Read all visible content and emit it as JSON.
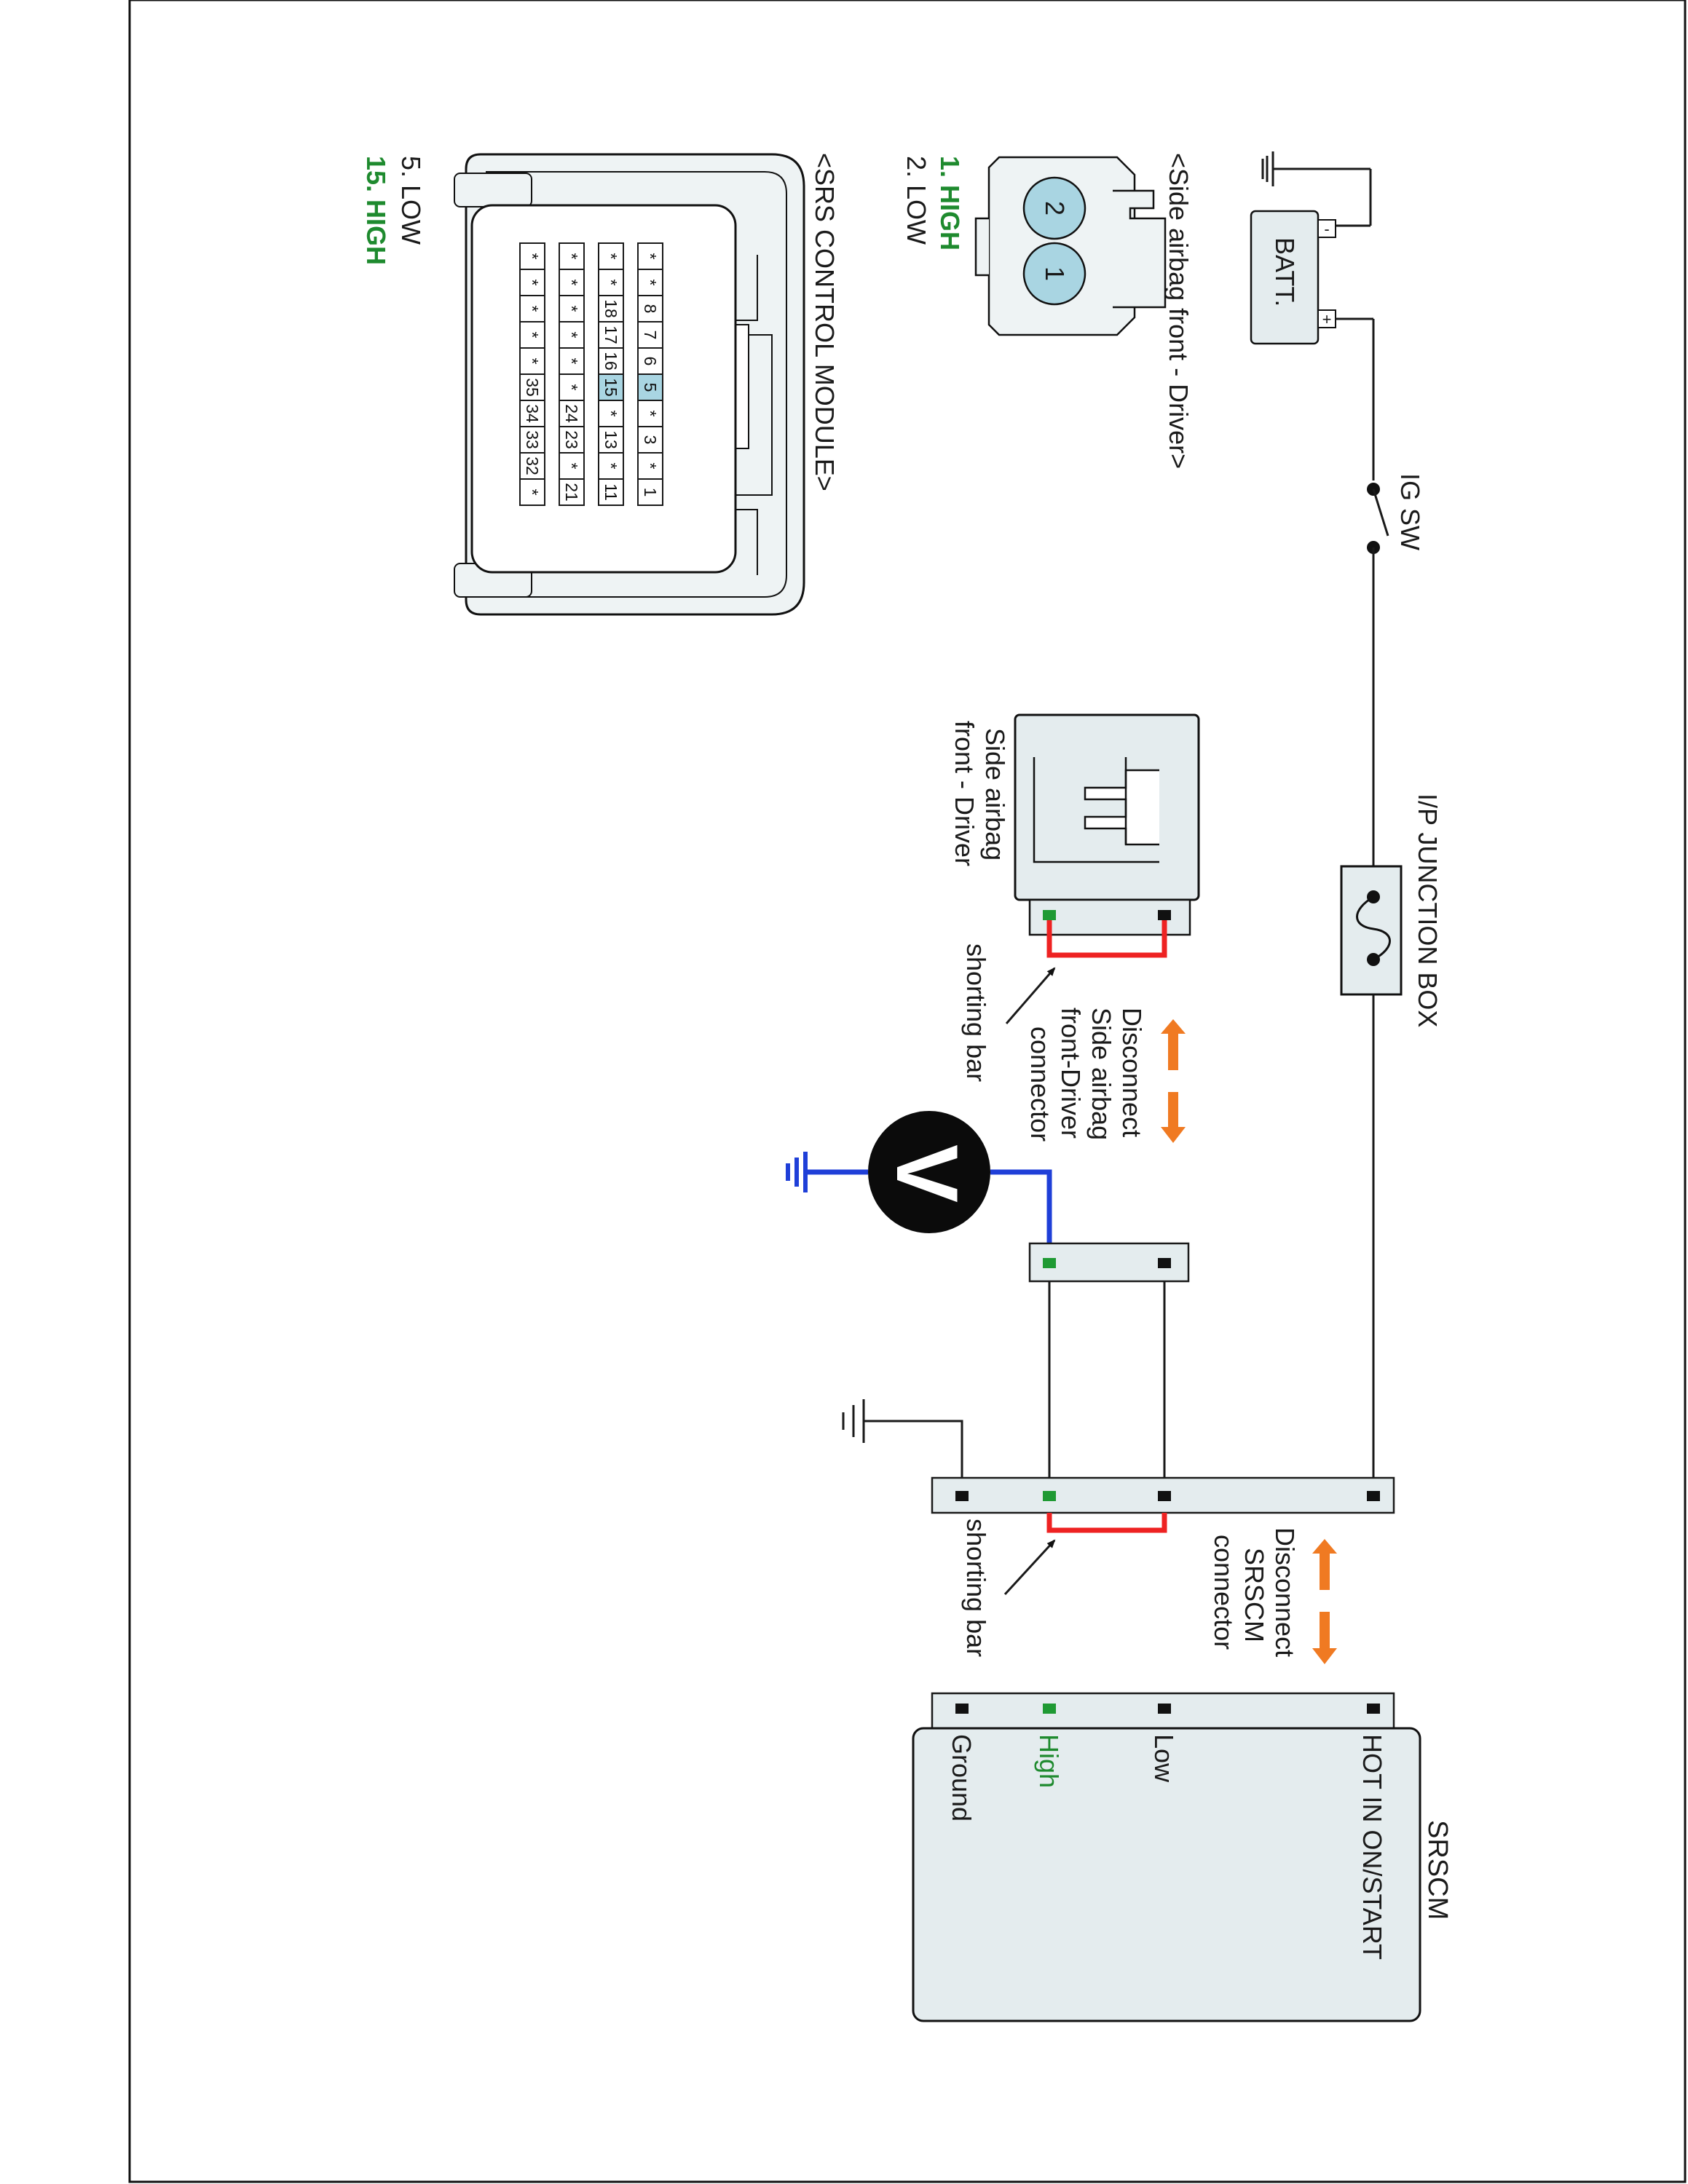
{
  "battery": {
    "label": "BATT.",
    "neg": "-",
    "pos": "+"
  },
  "ignition": {
    "label": "IG SW"
  },
  "junction_box": {
    "label": "I/P JUNCTION BOX"
  },
  "side_airbag_connector_view": {
    "title": "<Side airbag front - Driver>",
    "pins": [
      "2",
      "1"
    ],
    "pinout": [
      {
        "text": "1. HIGH",
        "color": "#1e8a2e"
      },
      {
        "text": "2. LOW",
        "color": "#1a1a1a"
      }
    ]
  },
  "srs_module_view": {
    "title": "<SRS CONTROL MODULE>",
    "rows": [
      [
        "*",
        "*",
        "8",
        "7",
        "6",
        "5",
        "*",
        "3",
        "*",
        "1"
      ],
      [
        "*",
        "*",
        "18",
        "17",
        "16",
        "15",
        "*",
        "13",
        "*",
        "11"
      ],
      [
        "*",
        "*",
        "*",
        "*",
        "*",
        "*",
        "24",
        "23",
        "*",
        "21"
      ],
      [
        "*",
        "*",
        "*",
        "*",
        "*",
        "35",
        "34",
        "33",
        "32",
        "*"
      ]
    ],
    "highlight": [
      "5",
      "15"
    ],
    "pinout": [
      {
        "text": "5. LOW",
        "color": "#1a1a1a"
      },
      {
        "text": "15. HIGH",
        "color": "#1e8a2e"
      }
    ]
  },
  "side_airbag_component": {
    "label_line1": "Side airbag",
    "label_line2": "front - Driver"
  },
  "disconnect_side": {
    "line1": "Disconnect",
    "line2": "Side airbag",
    "line3": "front-Driver",
    "line4": "connector"
  },
  "disconnect_srscm": {
    "line1": "Disconnect",
    "line2": "SRSCM",
    "line3": "connector"
  },
  "shorting_bar_label": "shorting bar",
  "voltmeter": {
    "symbol": "V"
  },
  "srscm": {
    "title": "SRSCM",
    "terminals": [
      {
        "text": "HOT IN ON/START",
        "color": "#1a1a1a"
      },
      {
        "text": "Low",
        "color": "#1a1a1a"
      },
      {
        "text": "High",
        "color": "#1e8a2e"
      },
      {
        "text": "Ground",
        "color": "#1a1a1a"
      }
    ]
  },
  "colors": {
    "shorting_bar": "#ee2222",
    "meter_lead": "#1f3fd8",
    "arrow": "#f07a22",
    "highlight": "#1e8a2e"
  }
}
